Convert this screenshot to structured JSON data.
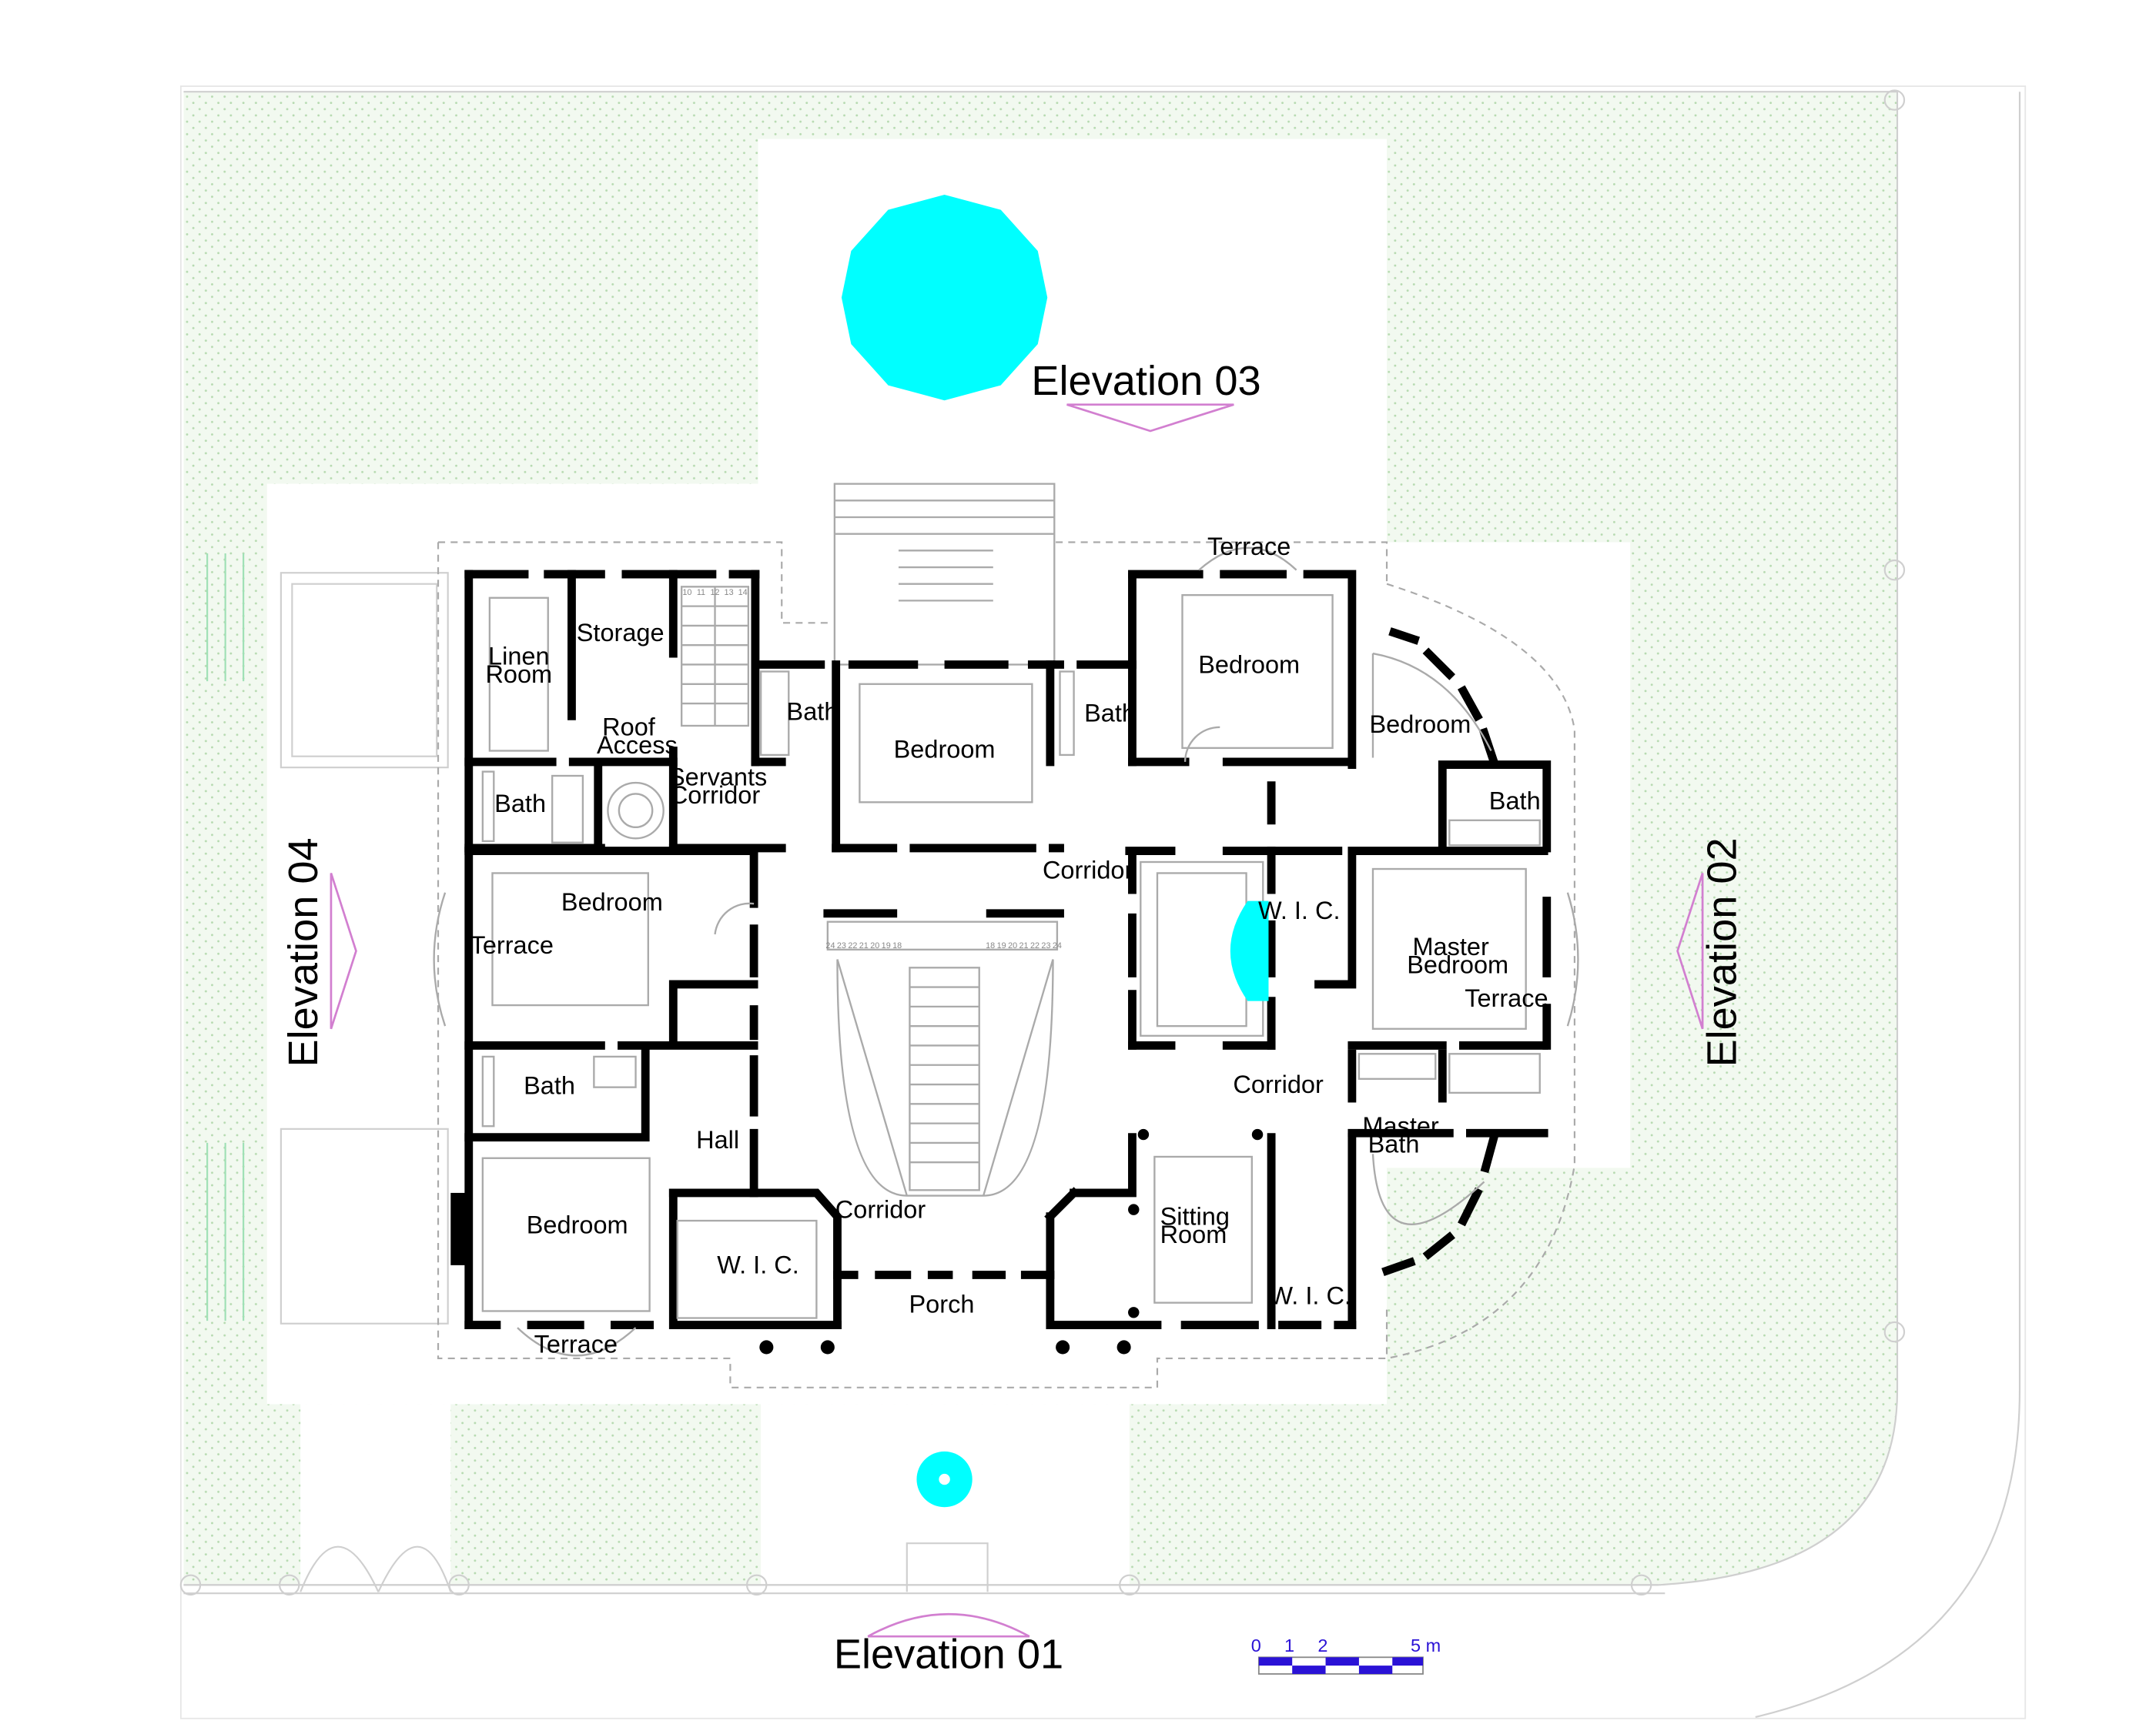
{
  "colors": {
    "wall": "#000000",
    "water": "#00ffff",
    "lawn": "#eef7ec",
    "lawn_dot": "#b8dcb3",
    "elevation_marker": "#d27fd0",
    "scale_bar": "#2a12d6",
    "stair_lines": "#aaaaaa"
  },
  "elevations": {
    "e01": "Elevation 01",
    "e02": "Elevation 02",
    "e03": "Elevation 03",
    "e04": "Elevation 04"
  },
  "rooms": {
    "linen": [
      "Linen",
      "Room"
    ],
    "storage": "Storage",
    "roof_access": [
      "Roof",
      "Access"
    ],
    "servants_corridor": [
      "Servants",
      "Corridor"
    ],
    "bath_nw_upper": "Bath",
    "bath_nw_lower": "Bath",
    "bath_north_left": "Bath",
    "bath_north_right": "Bath",
    "bath_east": "Bath",
    "bedroom_north_center": "Bedroom",
    "bedroom_north_east": "Bedroom",
    "bedroom_east_bay": "Bedroom",
    "bedroom_west_upper": "Bedroom",
    "bedroom_west_lower": "Bedroom",
    "terrace_north": "Terrace",
    "terrace_west": "Terrace",
    "terrace_east": "Terrace",
    "terrace_south": "Terrace",
    "corridor_north": "Corridor",
    "corridor_east": "Corridor",
    "corridor_south": "Corridor",
    "wic_north_east": "W. I. C.",
    "wic_south_west": "W. I. C.",
    "wic_south_east": "W. I. C.",
    "master_bedroom": [
      "Master",
      "Bedroom"
    ],
    "master_bath": [
      "Master",
      "Bath"
    ],
    "hall": "Hall",
    "porch": "Porch",
    "sitting_room": [
      "Sitting",
      "Room"
    ]
  },
  "scale_bar": {
    "labels": [
      "0",
      "1",
      "2",
      "5 m"
    ]
  },
  "stairs": {
    "top_left": [
      "10",
      "11",
      "12",
      "13",
      "14"
    ],
    "main_left": [
      "24",
      "23",
      "22",
      "21",
      "20",
      "19",
      "18"
    ],
    "main_right": [
      "18",
      "19",
      "20",
      "21",
      "22",
      "23",
      "24"
    ]
  }
}
